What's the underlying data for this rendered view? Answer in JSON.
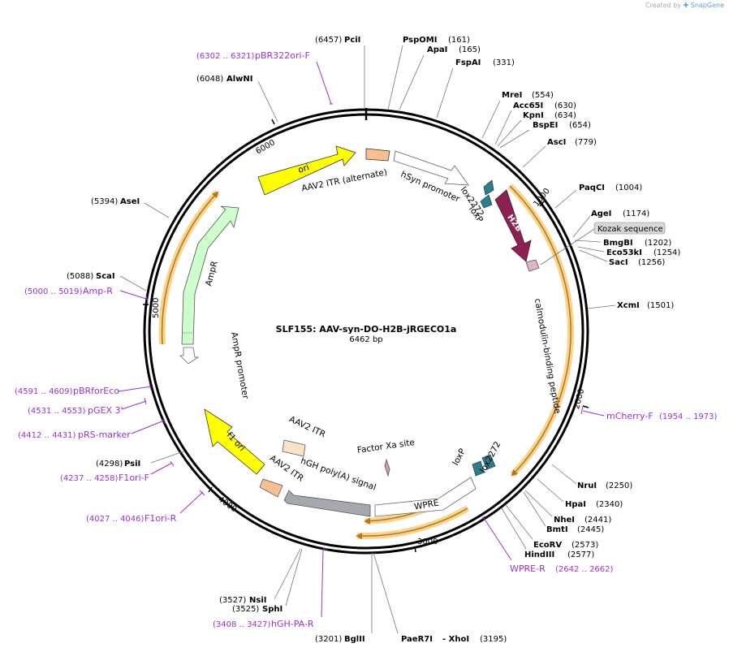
{
  "header": {
    "created_by": "Created by",
    "brand": "SnapGene"
  },
  "title": "SLF155: AAV-syn-DO-H2B-jRGECO1a",
  "subtitle": "6462 bp",
  "total_bp": 6462,
  "sites": [
    {
      "name": "PciI",
      "pos": "(6457)"
    },
    {
      "name": "PspOMI",
      "pos": "(161)"
    },
    {
      "name": "ApaI",
      "pos": "(165)"
    },
    {
      "name": "FspAI",
      "pos": "(331)"
    },
    {
      "name": "MreI",
      "pos": "(554)"
    },
    {
      "name": "Acc65I",
      "pos": "(630)"
    },
    {
      "name": "KpnI",
      "pos": "(634)"
    },
    {
      "name": "BspEI",
      "pos": "(654)"
    },
    {
      "name": "AscI",
      "pos": "(779)"
    },
    {
      "name": "PaqCI",
      "pos": "(1004)"
    },
    {
      "name": "AgeI",
      "pos": "(1174)"
    },
    {
      "name": "BmgBI",
      "pos": "(1202)"
    },
    {
      "name": "Eco53kI",
      "pos": "(1254)"
    },
    {
      "name": "SacI",
      "pos": "(1256)"
    },
    {
      "name": "XcmI",
      "pos": "(1501)"
    },
    {
      "name": "NruI",
      "pos": "(2250)"
    },
    {
      "name": "HpaI",
      "pos": "(2340)"
    },
    {
      "name": "NheI",
      "pos": "(2441)"
    },
    {
      "name": "BmtI",
      "pos": "(2445)"
    },
    {
      "name": "EcoRV",
      "pos": "(2573)"
    },
    {
      "name": "HindIII",
      "pos": "(2577)"
    },
    {
      "name": "PaeR7I",
      "pos": ""
    },
    {
      "name": "- XhoI",
      "pos": "(3195)"
    },
    {
      "name": "BglII",
      "pos": "(3201)"
    },
    {
      "name": "SphI",
      "pos": "(3525)"
    },
    {
      "name": "NsiI",
      "pos": "(3527)"
    },
    {
      "name": "PsiI",
      "pos": "(4298)"
    },
    {
      "name": "ScaI",
      "pos": "(5088)"
    },
    {
      "name": "AseI",
      "pos": "(5394)"
    },
    {
      "name": "AlwNI",
      "pos": "(6048)"
    }
  ],
  "primers": [
    {
      "name": "pBR322ori-F",
      "range": "(6302 .. 6321)"
    },
    {
      "name": "mCherry-F",
      "range": "(1954 .. 1973)"
    },
    {
      "name": "WPRE-R",
      "range": "(2642 .. 2662)"
    },
    {
      "name": "hGH-PA-R",
      "range": "(3408 .. 3427)"
    },
    {
      "name": "F1ori-R",
      "range": "(4027 .. 4046)"
    },
    {
      "name": "F1ori-F",
      "range": "(4237 .. 4258)"
    },
    {
      "name": "pRS-marker",
      "range": "(4412 .. 4431)"
    },
    {
      "name": "pGEX 3'",
      "range": "(4531 .. 4553)"
    },
    {
      "name": "pBRforEco",
      "range": "(4591 .. 4609)"
    },
    {
      "name": "Amp-R",
      "range": "(5000 .. 5019)"
    }
  ],
  "features": {
    "ori": "ori",
    "aav_itr_alt": "AAV2 ITR (alternate)",
    "hsyn": "hSyn promoter",
    "lox2272_top": "lox2272",
    "loxp_top": "loxP",
    "h2b": "H2B",
    "kozak": "Kozak sequence",
    "cbp": "calmodulin-binding peptide",
    "loxp_bottom": "loxP",
    "lox2272_bottom": "lox2272",
    "factor_xa": "Factor Xa site",
    "wpre": "WPRE",
    "hgh": "hGH poly(A) signal",
    "aav_itr_1": "AAV2 ITR",
    "aav_itr_2": "AAV2 ITR",
    "f1ori": "f1 ori",
    "ampr": "AmpR",
    "ampr_promoter": "AmpR promoter"
  },
  "ticks": [
    "1000",
    "2000",
    "3000",
    "4000",
    "5000",
    "6000"
  ],
  "colors": {
    "ori": "#ffff00",
    "itr": "#f9c08f",
    "ampr": "#ccffcc",
    "h2b": "#8b2252",
    "lox": "#2e7d8c",
    "cds_halo": "#f8d38a",
    "cds_arrow": "#b8741a",
    "hgh": "#a5a9ad",
    "primer": "#9b2fd6"
  }
}
